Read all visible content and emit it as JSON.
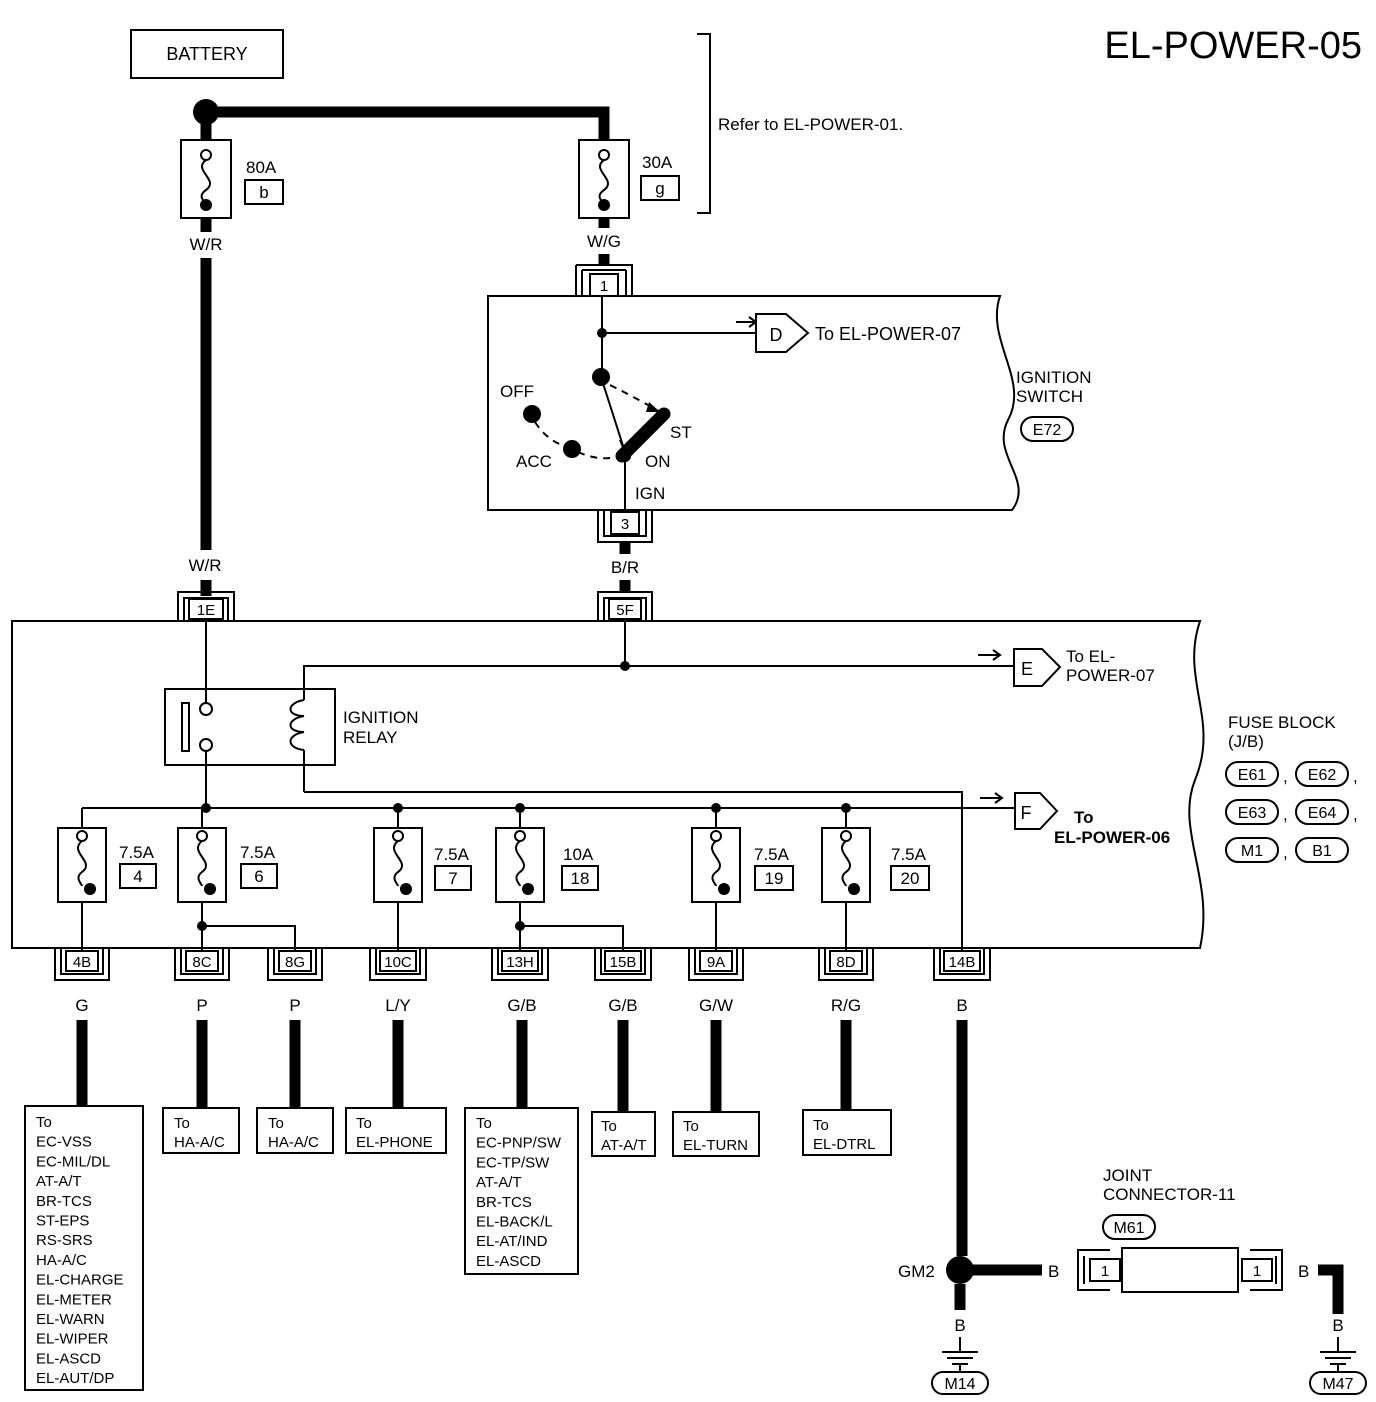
{
  "title": "EL-POWER-05",
  "battery": "BATTERY",
  "refer_note": "Refer to EL-POWER-01.",
  "fusible_links": [
    {
      "amps": "80A",
      "id": "b",
      "wire": "W/R"
    },
    {
      "amps": "30A",
      "id": "g",
      "wire": "W/G"
    }
  ],
  "ignition_switch": {
    "label_1": "IGNITION",
    "label_2": "SWITCH",
    "connector": "E72",
    "pin_in": "1",
    "pin_out": "3",
    "positions": {
      "off": "OFF",
      "acc": "ACC",
      "on": "ON",
      "st": "ST",
      "ign": "IGN"
    },
    "arrow_d": {
      "letter": "D",
      "text": "To EL-POWER-07"
    }
  },
  "wires": {
    "wr_lower": "W/R",
    "br": "B/R"
  },
  "fuse_block": {
    "label_1": "FUSE BLOCK",
    "label_2": "(J/B)",
    "connectors": [
      "E61",
      "E62",
      "E63",
      "E64",
      "M1",
      "B1"
    ],
    "pin_1e": "1E",
    "pin_5f": "5F",
    "relay_1": "IGNITION",
    "relay_2": "RELAY",
    "arrow_e": {
      "letter": "E",
      "text_1": "To EL-",
      "text_2": "POWER-07"
    },
    "arrow_f": {
      "letter": "F",
      "text_1": "To",
      "text_2": "EL-POWER-06"
    }
  },
  "fuses": [
    {
      "amps": "7.5A",
      "num": "4"
    },
    {
      "amps": "7.5A",
      "num": "6"
    },
    {
      "amps": "7.5A",
      "num": "7"
    },
    {
      "amps": "10A",
      "num": "18"
    },
    {
      "amps": "7.5A",
      "num": "19"
    },
    {
      "amps": "7.5A",
      "num": "20"
    }
  ],
  "outputs": [
    {
      "pin": "4B",
      "wire": "G"
    },
    {
      "pin": "8C",
      "wire": "P"
    },
    {
      "pin": "8G",
      "wire": "P"
    },
    {
      "pin": "10C",
      "wire": "L/Y"
    },
    {
      "pin": "13H",
      "wire": "G/B"
    },
    {
      "pin": "15B",
      "wire": "G/B"
    },
    {
      "pin": "9A",
      "wire": "G/W"
    },
    {
      "pin": "8D",
      "wire": "R/G"
    },
    {
      "pin": "14B",
      "wire": "B"
    }
  ],
  "destinations": {
    "d1": [
      "To",
      "EC-VSS",
      "EC-MIL/DL",
      "AT-A/T",
      "BR-TCS",
      "ST-EPS",
      "RS-SRS",
      "HA-A/C",
      "EL-CHARGE",
      "EL-METER",
      "EL-WARN",
      "EL-WIPER",
      "EL-ASCD",
      "EL-AUT/DP"
    ],
    "d2": [
      "To",
      "HA-A/C"
    ],
    "d3": [
      "To",
      "HA-A/C"
    ],
    "d4": [
      "To",
      "EL-PHONE"
    ],
    "d5": [
      "To",
      "EC-PNP/SW",
      "EC-TP/SW",
      "AT-A/T",
      "BR-TCS",
      "EL-BACK/L",
      "EL-AT/IND",
      "EL-ASCD"
    ],
    "d6": [
      "To",
      "AT-A/T"
    ],
    "d7": [
      "To",
      "EL-TURN"
    ],
    "d8": [
      "To",
      "EL-DTRL"
    ]
  },
  "ground": {
    "gm2": "GM2",
    "wire": "B",
    "m14": "M14",
    "m47": "M47",
    "joint_1": "JOINT",
    "joint_2": "CONNECTOR-11",
    "joint_conn": "M61",
    "pin_a": "1",
    "pin_b": "1"
  }
}
